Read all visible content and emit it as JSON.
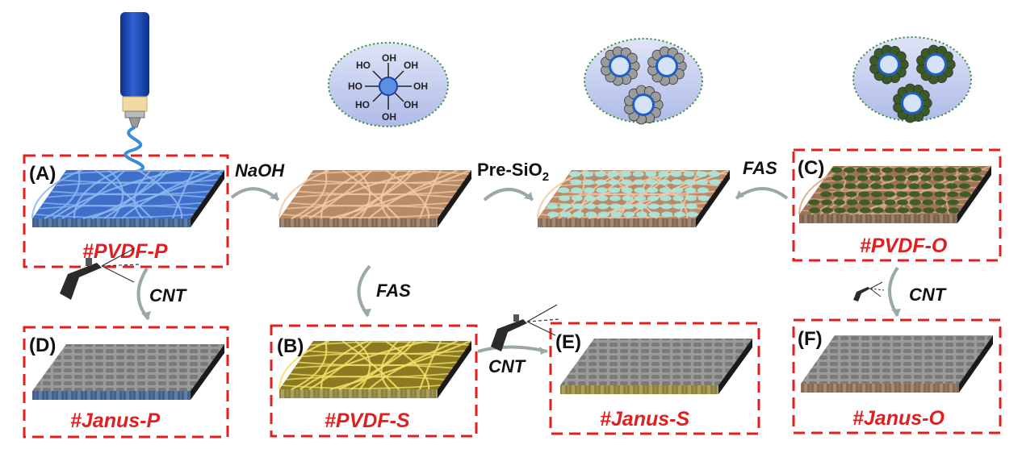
{
  "panels": [
    {
      "letter": "(A)",
      "name": "#PVDF-P"
    },
    {
      "letter": "(B)",
      "name": "#PVDF-S"
    },
    {
      "letter": "(C)",
      "name": "#PVDF-O"
    },
    {
      "letter": "(D)",
      "name": "#Janus-P"
    },
    {
      "letter": "(E)",
      "name": "#Janus-S"
    },
    {
      "letter": "(F)",
      "name": "#Janus-O"
    }
  ],
  "steps": {
    "naoh": "NaOH",
    "presio2": "Pre-SiO",
    "presio2_sub": "2",
    "fas_top": "FAS",
    "fas_mid": "FAS",
    "cnt_left": "CNT",
    "cnt_mid": "CNT",
    "cnt_right": "CNT"
  },
  "oh_label": "OH",
  "ho_label": "HO",
  "colors": {
    "dash_red": "#e02020",
    "pvdf_blue": "#4f86d8",
    "naoh_tan": "#e8b994",
    "fas_yellow": "#d6c24a",
    "cnt_gray": "#8c8c8c",
    "silica_green": "#3a5a26",
    "silica_cyan": "#a8e6dd",
    "ellipse_fill": "#c6cff0"
  }
}
